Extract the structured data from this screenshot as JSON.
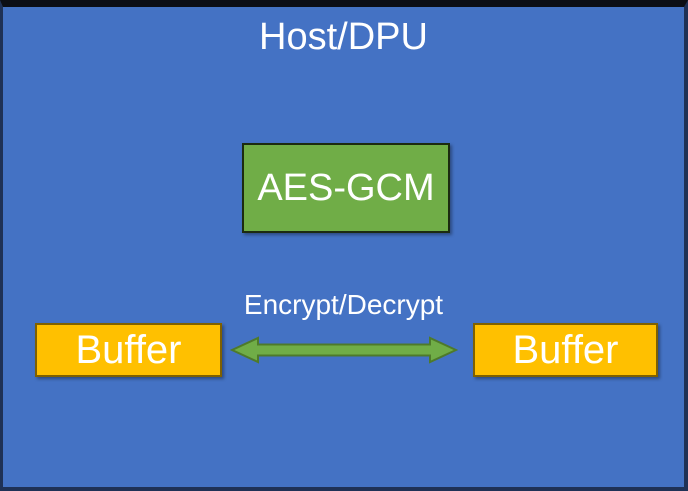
{
  "diagram": {
    "container_label": "Host/DPU",
    "process_label": "AES-GCM",
    "arrow_label": "Encrypt/Decrypt",
    "left_buffer_label": "Buffer",
    "right_buffer_label": "Buffer"
  },
  "colors": {
    "background": "#4472C4",
    "frame": "#1F3156",
    "top_strip": "#0C0E15",
    "text": "#FFFFFF",
    "process_fill": "#70AD47",
    "process_border": "#1C2B10",
    "buffer_fill": "#FFC000",
    "buffer_border": "#7F6000",
    "arrow_fill": "#70AD47",
    "arrow_stroke": "#4E7A2B"
  }
}
